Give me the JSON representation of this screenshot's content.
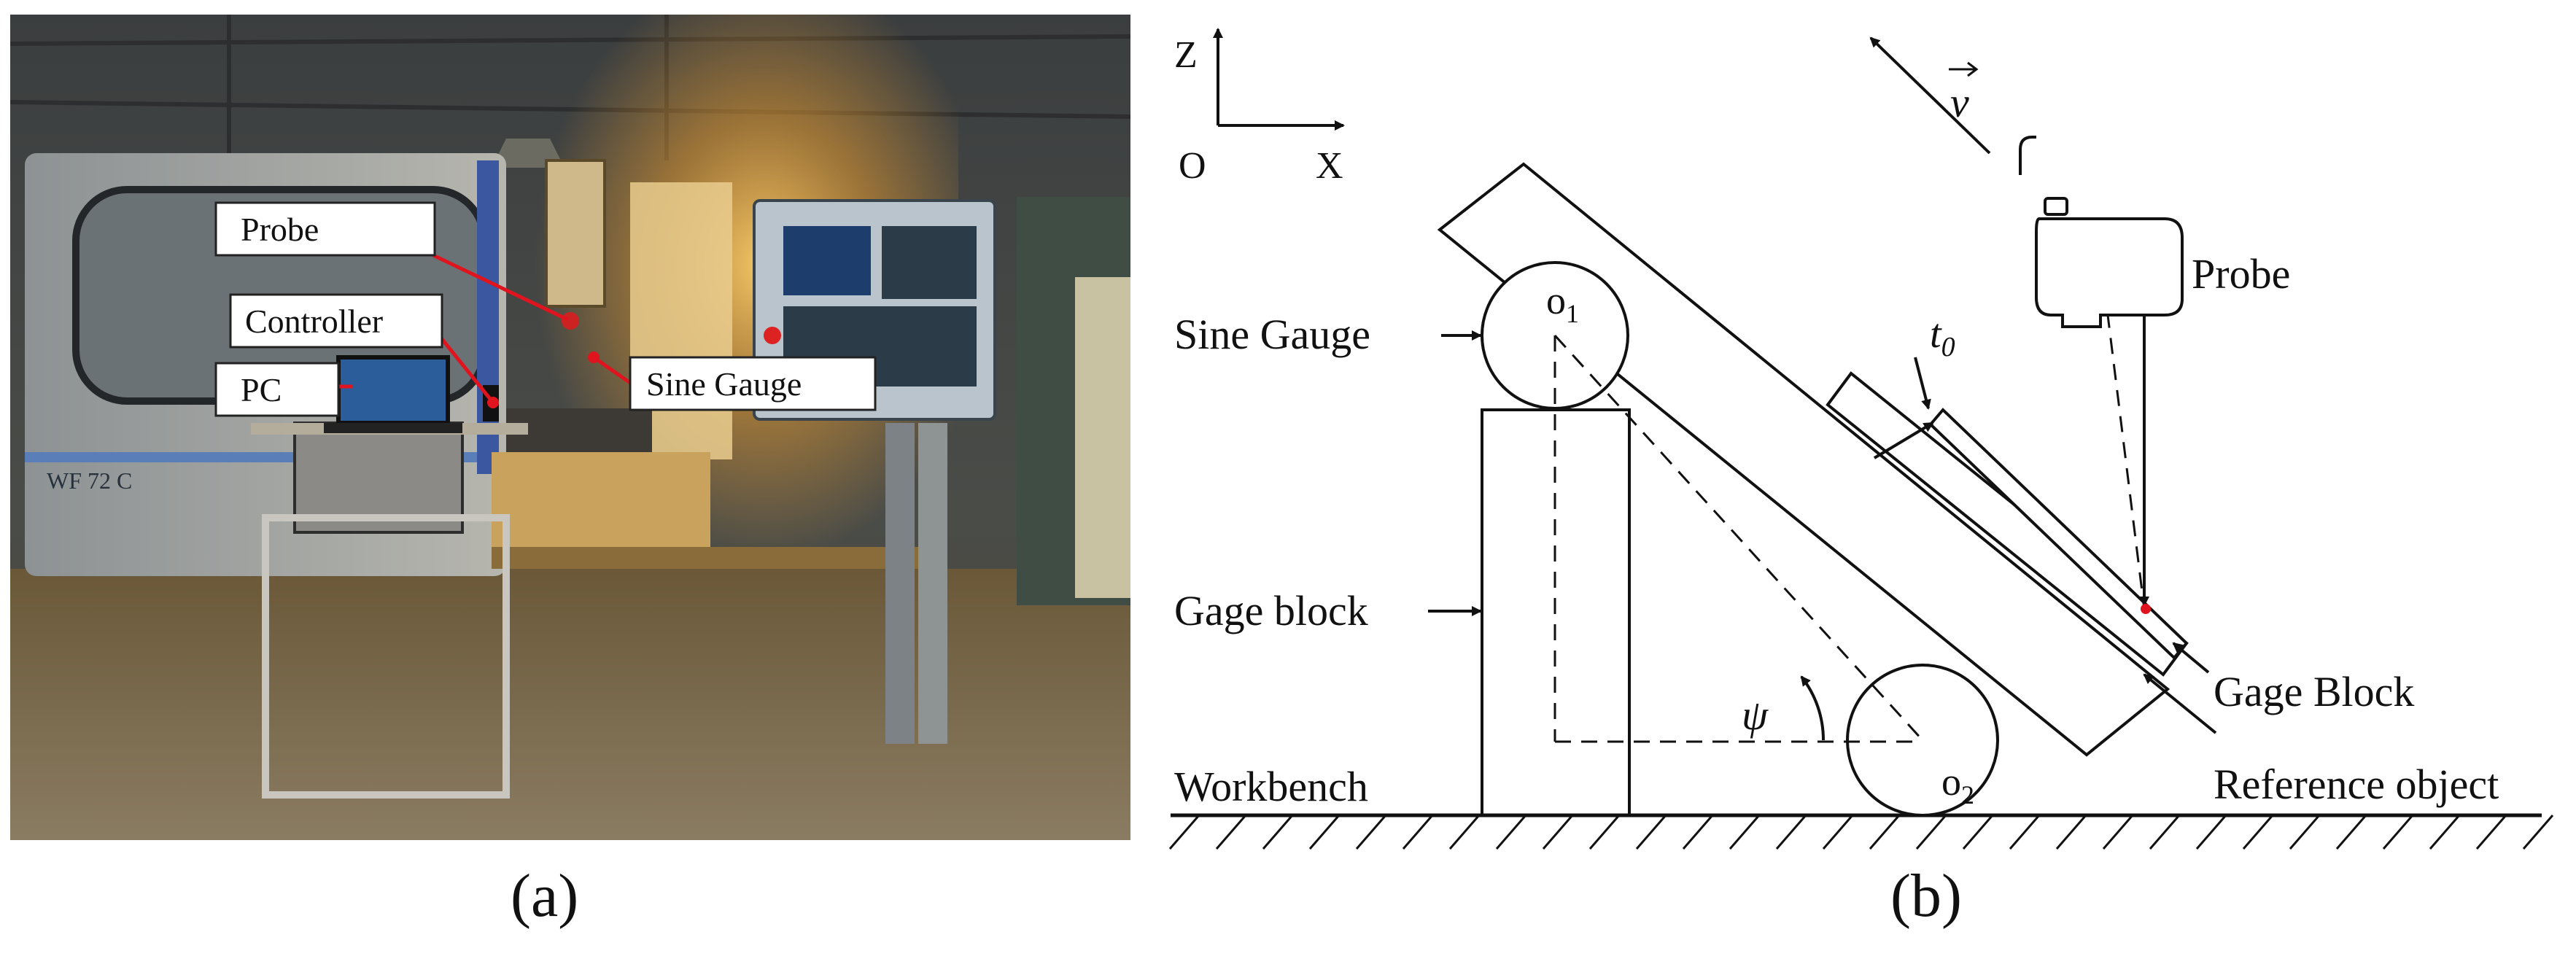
{
  "photo": {
    "callouts": {
      "probe": "Probe",
      "controller": "Controller",
      "pc": "PC",
      "sine_gauge": "Sine Gauge"
    },
    "machine_label": "WF 72 C"
  },
  "diagram": {
    "axes": {
      "z": "Z",
      "x": "X",
      "origin": "O"
    },
    "velocity": "v",
    "labels": {
      "probe": "Probe",
      "sine_gauge": "Sine Gauge",
      "gage_block_left": "Gage block",
      "gage_block_right": "Gage Block",
      "reference_object": "Reference object",
      "workbench": "Workbench",
      "thickness": "t",
      "thickness_sub": "0",
      "angle": "ψ",
      "center1": "o",
      "center1_sub": "1",
      "center2": "o",
      "center2_sub": "2"
    }
  },
  "captions": {
    "a": "(a)",
    "b": "(b)"
  },
  "colors": {
    "callout_line": "#e0141e",
    "probe_point": "#e0141e",
    "ink": "#111111"
  }
}
